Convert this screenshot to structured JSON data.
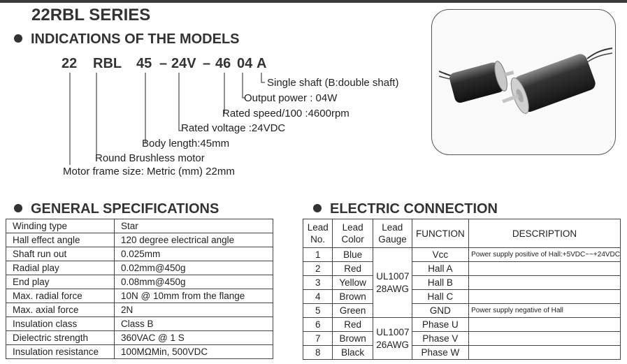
{
  "series_title": "22RBL SERIES",
  "indications": {
    "heading": "INDICATIONS OF THE MODELS",
    "code_parts": [
      "22",
      "RBL",
      "45",
      "–",
      "24V",
      "–",
      "46",
      "04",
      "A"
    ],
    "descriptions": [
      "Single shaft (B:double shaft)",
      "Output power : 04W",
      "Rated speed/100 :4600rpm",
      "Rated voltage :24VDC",
      "Body length:45mm",
      "Round Brushless motor",
      "Motor frame size: Metric (mm) 22mm"
    ]
  },
  "general": {
    "heading": "GENERAL SPECIFICATIONS",
    "rows": [
      [
        "Winding type",
        "Star"
      ],
      [
        "Hall effect angle",
        "120 degree electrical angle"
      ],
      [
        "Shaft run out",
        "0.025mm"
      ],
      [
        "Radial play",
        "0.02mm@450g"
      ],
      [
        "End play",
        "0.08mm@450g"
      ],
      [
        "Max. radial force",
        "10N @ 10mm from the flange"
      ],
      [
        "Max. axial force",
        "2N"
      ],
      [
        "Insulation class",
        "Class B"
      ],
      [
        "Dielectric strength",
        "360VAC @ 1 S"
      ],
      [
        "Insulation resistance",
        "100MΩMin, 500VDC"
      ]
    ]
  },
  "electric": {
    "heading": "ELECTRIC CONNECTION",
    "headers": [
      "Lead No.",
      "Lead Color",
      "Lead Gauge",
      "FUNCTION",
      "DESCRIPTION"
    ],
    "gauges": [
      "UL1007 28AWG",
      "UL1007 26AWG"
    ],
    "rows": [
      {
        "no": "1",
        "color": "Blue",
        "function": "Vcc",
        "description": "Power supply positive of Hall:+5VDC~~+24VDC"
      },
      {
        "no": "2",
        "color": "Red",
        "function": "Hall A",
        "description": ""
      },
      {
        "no": "3",
        "color": "Yellow",
        "function": "Hall B",
        "description": ""
      },
      {
        "no": "4",
        "color": "Brown",
        "function": "Hall C",
        "description": ""
      },
      {
        "no": "5",
        "color": "Green",
        "function": "GND",
        "description": "Power supply negative of Hall"
      },
      {
        "no": "6",
        "color": "Red",
        "function": "Phase U",
        "description": ""
      },
      {
        "no": "7",
        "color": "Brown",
        "function": "Phase V",
        "description": ""
      },
      {
        "no": "8",
        "color": "Black",
        "function": "Phase W",
        "description": ""
      }
    ]
  }
}
